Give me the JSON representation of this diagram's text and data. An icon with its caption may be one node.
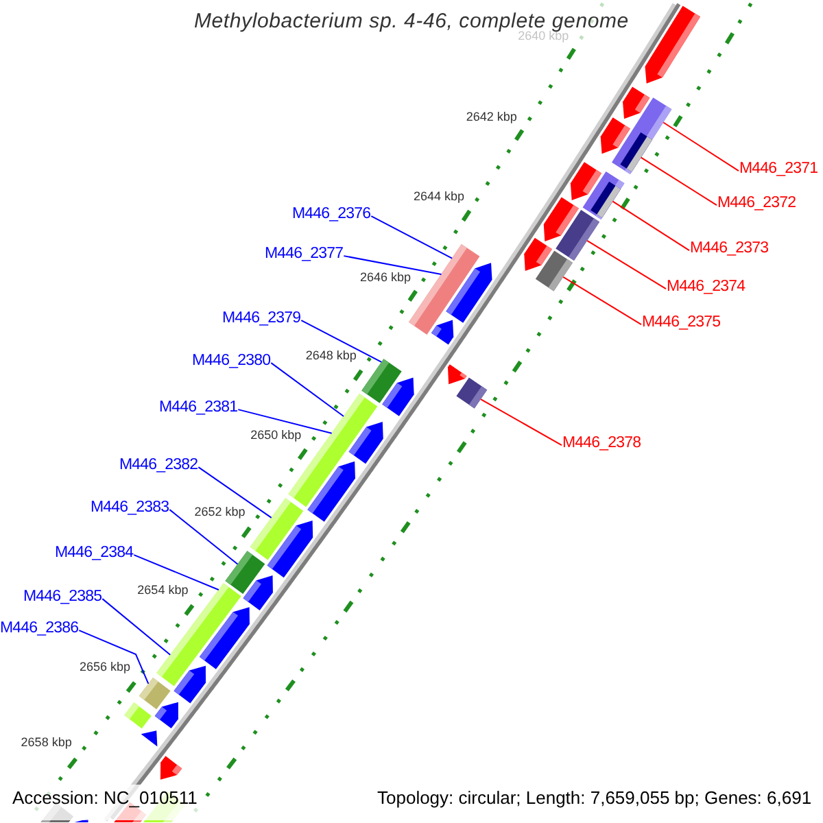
{
  "diagram": {
    "title": "Methylobacterium sp. 4-46, complete genome",
    "nodes": [
      {
        "text": [
          "M446_2371"
        ]
      },
      {
        "text": [
          "M446_2372"
        ]
      },
      {
        "text": [
          "M446_2376"
        ]
      },
      {
        "text": [
          "M446_2373"
        ]
      },
      {
        "text": [
          "M446_2377"
        ]
      },
      {
        "text": [
          "M446_2374"
        ]
      },
      {
        "text": [
          "M446_2379"
        ]
      },
      {
        "text": [
          "M446_2375"
        ]
      },
      {
        "text": [
          "M446_2380"
        ]
      },
      {
        "text": [
          "M446_2381"
        ]
      },
      {
        "text": [
          "M446_2378"
        ]
      },
      {
        "text": [
          "M446_2382"
        ]
      },
      {
        "text": [
          "M446_2383"
        ]
      },
      {
        "text": [
          "M446_2384"
        ]
      },
      {
        "text": [
          "M446_2385"
        ]
      },
      {
        "text": [
          "M446_2386"
        ]
      },
      {
        "text": [],
        "shape": "bar"
      },
      {
        "text": [],
        "shape": "bar",
        "in": 16
      },
      {
        "text": [],
        "shape": "bar"
      },
      {
        "text": [],
        "shape": "bar"
      },
      {
        "text": [],
        "shape": "bar"
      },
      {
        "text": [],
        "shape": "bar"
      },
      {
        "text": [],
        "shape": "bar"
      },
      {
        "text": [],
        "shape": "bar"
      },
      {
        "text": [],
        "shape": "bar"
      },
      {
        "text": [],
        "shape": "bar"
      },
      {
        "text": [],
        "shape": "bar"
      },
      {
        "text": [],
        "shape": "bar"
      },
      {
        "text": [],
        "shape": "bar"
      }
    ],
    "edges": [
      {
        "from": 0,
        "to": 16,
        "arrow": "none",
        "color": "#ff0000"
      },
      {
        "from": 1,
        "to": 17,
        "arrow": "none",
        "color": "#ff0000"
      },
      {
        "from": 2,
        "to": 20,
        "arrow": "none"
      },
      {
        "from": 3,
        "to": 18,
        "arrow": "none",
        "color": "#ff0000"
      },
      {
        "from": 4,
        "to": 20,
        "arrow": "none"
      },
      {
        "from": 5,
        "to": 19,
        "arrow": "none",
        "color": "#ff0000"
      },
      {
        "from": 6,
        "to": 22,
        "arrow": "none"
      },
      {
        "from": 7,
        "to": 21,
        "arrow": "none",
        "color": "#ff0000"
      },
      {
        "from": 8,
        "to": 24,
        "arrow": "none"
      },
      {
        "from": 9,
        "to": 24,
        "arrow": "none"
      },
      {
        "from": 10,
        "to": 23,
        "arrow": "none",
        "color": "#ff0000"
      },
      {
        "from": 11,
        "to": 25,
        "arrow": "none"
      },
      {
        "from": 12,
        "to": 26,
        "arrow": "none"
      },
      {
        "from": 13,
        "to": 27,
        "arrow": "none"
      },
      {
        "from": 14,
        "to": 27,
        "arrow": "none"
      },
      {
        "from": 15,
        "to": 28,
        "arrow": "none"
      }
    ],
    "labels": [
      "2640 kbp",
      "2642 kbp",
      "2644 kbp",
      "2646 kbp",
      "2648 kbp",
      "2650 kbp",
      "2652 kbp",
      "2654 kbp",
      "2656 kbp",
      "2658 kbp",
      "Accession: NC_010511",
      "Topology: circular; Length: 7,659,055 bp; Genes: 6,691"
    ]
  }
}
